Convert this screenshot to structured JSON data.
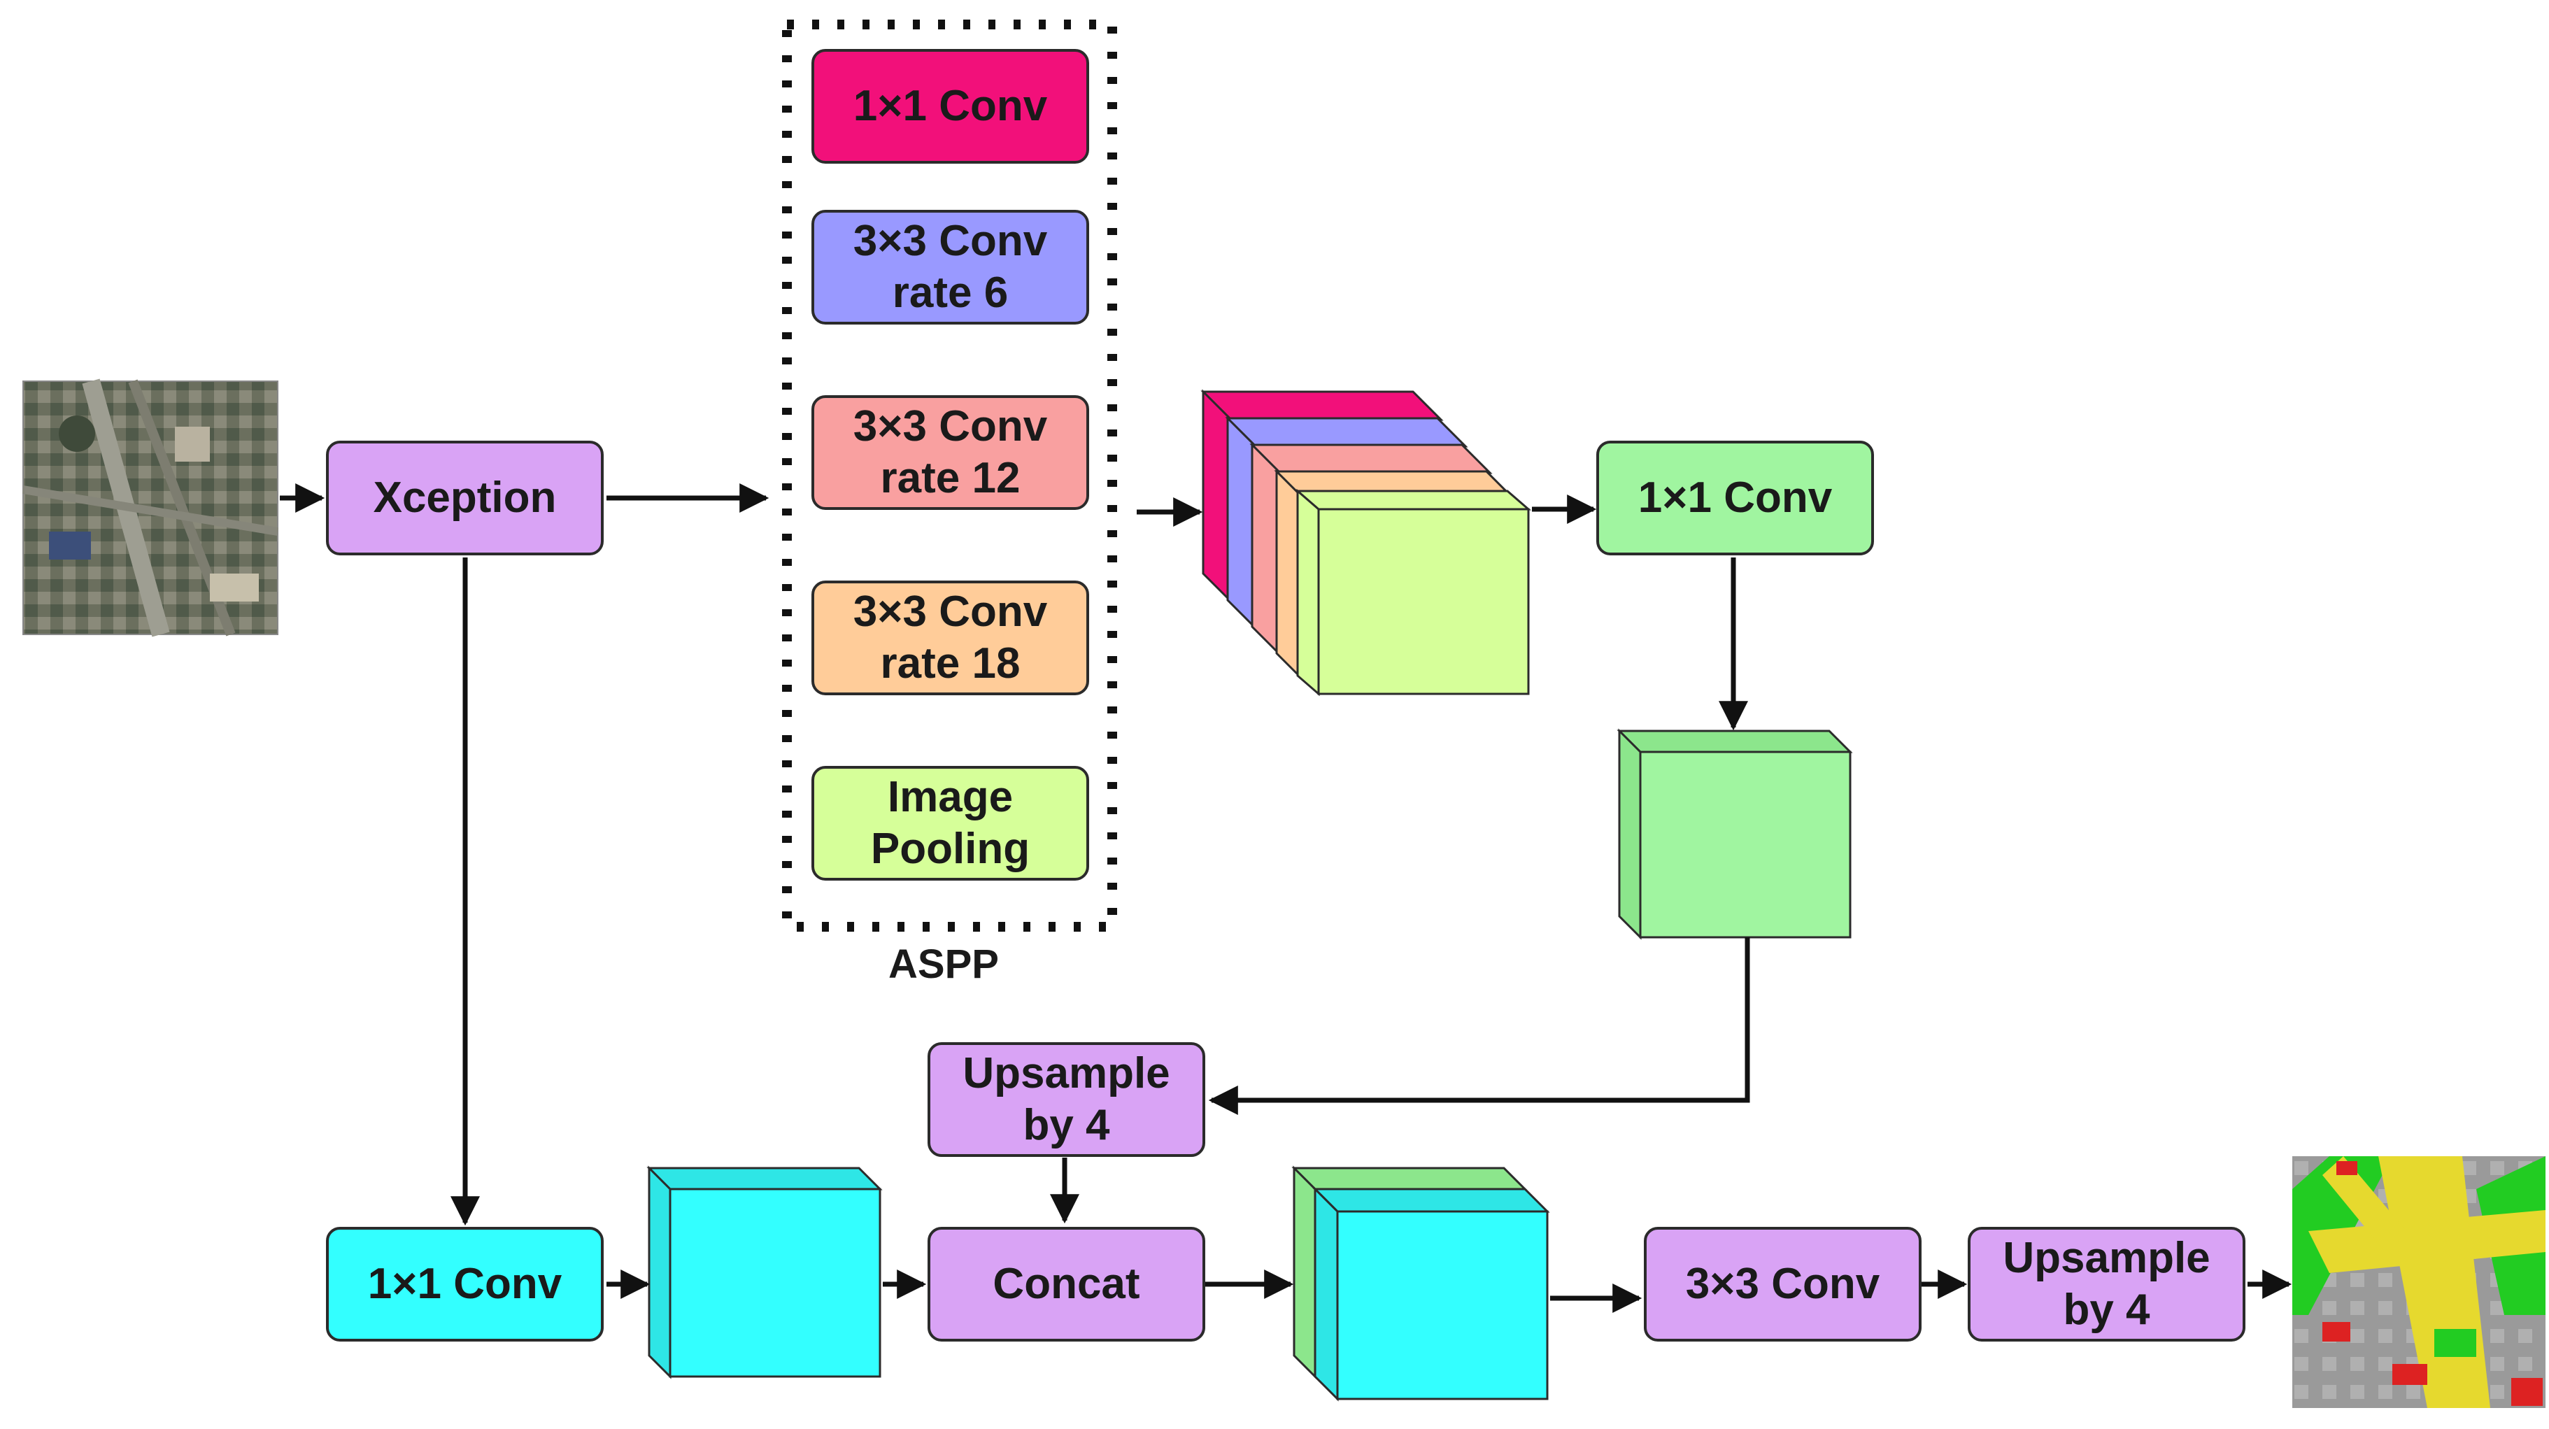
{
  "blocks": {
    "xception": {
      "label": "Xception",
      "color": "#d9a3f5"
    },
    "conv1x1_top": {
      "label": "1×1 Conv",
      "color": "#a0f5a0"
    },
    "conv1x1_low": {
      "label": "1×1 Conv",
      "color": "#33ffff"
    },
    "concat": {
      "label": "Concat",
      "color": "#d9a3f5"
    },
    "upsample_mid": {
      "line1": "Upsample",
      "line2": "by 4",
      "color": "#d9a3f5"
    },
    "conv3x3": {
      "label": "3×3 Conv",
      "color": "#d9a3f5"
    },
    "upsample_out": {
      "line1": "Upsample",
      "line2": "by 4",
      "color": "#d9a3f5"
    }
  },
  "aspp": {
    "label": "ASPP",
    "branches": [
      {
        "line1": "1×1 Conv",
        "line2": "",
        "color": "#f2107a"
      },
      {
        "line1": "3×3 Conv",
        "line2": "rate 6",
        "color": "#9999ff"
      },
      {
        "line1": "3×3 Conv",
        "line2": "rate 12",
        "color": "#f9a0a0"
      },
      {
        "line1": "3×3 Conv",
        "line2": "rate 18",
        "color": "#ffcc99"
      },
      {
        "line1": "Image",
        "line2": "Pooling",
        "color": "#d6ff99"
      }
    ]
  },
  "colors": {
    "stroke": "#2b2b2b",
    "pink": "#f2107a",
    "blue": "#9999ff",
    "salmon": "#f9a0a0",
    "peach": "#ffcc99",
    "lime": "#d6ff99",
    "green": "#a0f5a0",
    "cyan": "#33ffff"
  }
}
